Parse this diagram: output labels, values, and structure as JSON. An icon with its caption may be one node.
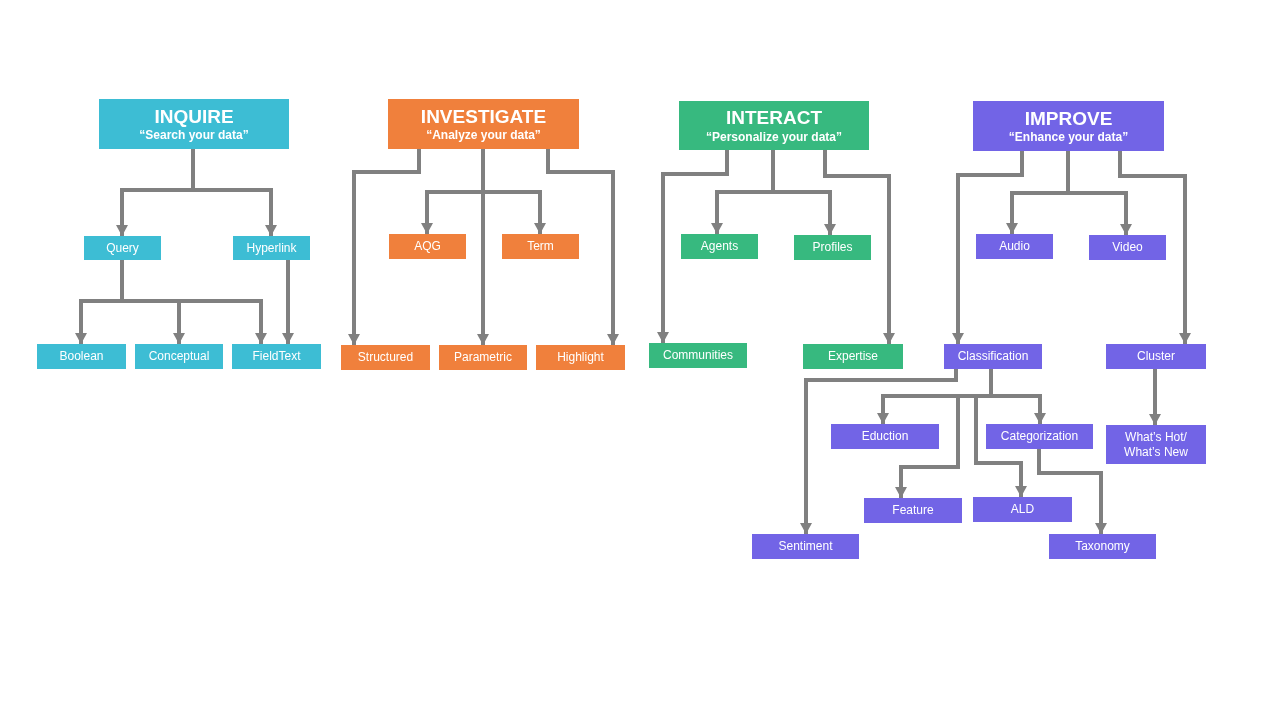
{
  "diagram": {
    "nodes": [
      {
        "text": [
          "INQUIRE",
          "“Search your data”"
        ]
      },
      {
        "text": [
          "Query"
        ]
      },
      {
        "text": [
          "Hyperlink"
        ]
      },
      {
        "text": [
          "Boolean"
        ]
      },
      {
        "text": [
          "Conceptual"
        ]
      },
      {
        "text": [
          "FieldText"
        ]
      },
      {
        "text": [
          "INVESTIGATE",
          "“Analyze your data”"
        ]
      },
      {
        "text": [
          "AQG"
        ]
      },
      {
        "text": [
          "Term"
        ]
      },
      {
        "text": [
          "Structured"
        ]
      },
      {
        "text": [
          "Parametric"
        ]
      },
      {
        "text": [
          "Highlight"
        ]
      },
      {
        "text": [
          "INTERACT",
          "“Personalize your data”"
        ]
      },
      {
        "text": [
          "Agents"
        ]
      },
      {
        "text": [
          "Profiles"
        ]
      },
      {
        "text": [
          "Communities"
        ]
      },
      {
        "text": [
          "Expertise"
        ]
      },
      {
        "text": [
          "IMPROVE",
          "“Enhance your data”"
        ]
      },
      {
        "text": [
          "Audio"
        ]
      },
      {
        "text": [
          "Video"
        ]
      },
      {
        "text": [
          "Classification"
        ]
      },
      {
        "text": [
          "Cluster"
        ]
      },
      {
        "text": [
          "Eduction"
        ]
      },
      {
        "text": [
          "Categorization"
        ]
      },
      {
        "text": [
          "What’s Hot/ What’s New"
        ]
      },
      {
        "text": [
          "Feature"
        ]
      },
      {
        "text": [
          "ALD"
        ]
      },
      {
        "text": [
          "Sentiment"
        ]
      },
      {
        "text": [
          "Taxonomy"
        ]
      }
    ],
    "edges": [
      {
        "from": 0,
        "to": 1,
        "arrow": "to"
      },
      {
        "from": 0,
        "to": 2,
        "arrow": "to"
      },
      {
        "from": 1,
        "to": 3,
        "arrow": "to"
      },
      {
        "from": 1,
        "to": 4,
        "arrow": "to"
      },
      {
        "from": 1,
        "to": 5,
        "arrow": "to"
      },
      {
        "from": 2,
        "to": 5,
        "arrow": "to"
      },
      {
        "from": 6,
        "to": 9,
        "arrow": "to"
      },
      {
        "from": 6,
        "to": 7,
        "arrow": "to"
      },
      {
        "from": 6,
        "to": 8,
        "arrow": "to"
      },
      {
        "from": 6,
        "to": 10,
        "arrow": "to"
      },
      {
        "from": 6,
        "to": 11,
        "arrow": "to"
      },
      {
        "from": 12,
        "to": 15,
        "arrow": "to"
      },
      {
        "from": 12,
        "to": 13,
        "arrow": "to"
      },
      {
        "from": 12,
        "to": 14,
        "arrow": "to"
      },
      {
        "from": 12,
        "to": 16,
        "arrow": "to"
      },
      {
        "from": 17,
        "to": 20,
        "arrow": "to"
      },
      {
        "from": 17,
        "to": 18,
        "arrow": "to"
      },
      {
        "from": 17,
        "to": 19,
        "arrow": "to"
      },
      {
        "from": 17,
        "to": 21,
        "arrow": "to"
      },
      {
        "from": 20,
        "to": 27,
        "arrow": "to"
      },
      {
        "from": 20,
        "to": 22,
        "arrow": "to"
      },
      {
        "from": 20,
        "to": 23,
        "arrow": "to"
      },
      {
        "from": 20,
        "to": 25,
        "arrow": "to"
      },
      {
        "from": 20,
        "to": 26,
        "arrow": "to"
      },
      {
        "from": 23,
        "to": 28,
        "arrow": "to"
      },
      {
        "from": 21,
        "to": 24,
        "arrow": "to"
      }
    ]
  }
}
